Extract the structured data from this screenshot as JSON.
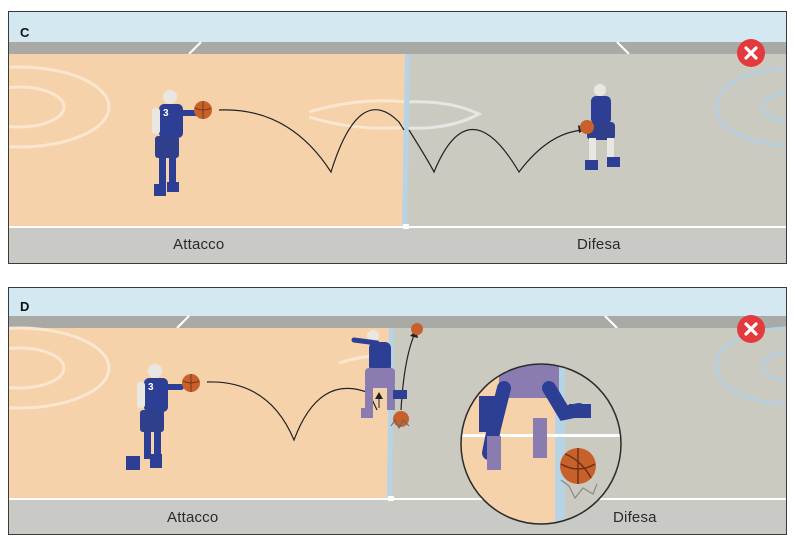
{
  "panels": [
    {
      "label": "C",
      "zone_left": "Attacco",
      "zone_right": "Difesa",
      "attacker_number": "3",
      "marker": "x-icon",
      "status_color": "#e33a3e"
    },
    {
      "label": "D",
      "zone_left": "Attacco",
      "zone_right": "Difesa",
      "attacker_number": "3",
      "marker": "x-icon",
      "status_color": "#e33a3e"
    }
  ],
  "colors": {
    "attack_floor": "#f6d2aa",
    "defense_floor": "#cbcac1",
    "sky": "#d3e8f0",
    "jersey": "#2c3f94",
    "ball": "#c8602c"
  }
}
